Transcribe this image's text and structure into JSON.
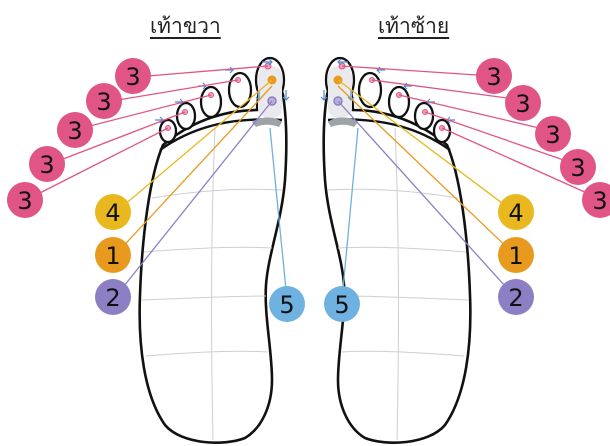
{
  "titles": {
    "right_foot": "เท้าขวา",
    "left_foot": "เท้าซ้าย"
  },
  "markers": {
    "m1": {
      "number": "1",
      "color": "#e89a1e"
    },
    "m2": {
      "number": "2",
      "color": "#8d7fc4"
    },
    "m3": {
      "number": "3",
      "color": "#e05586"
    },
    "m4": {
      "number": "4",
      "color": "#e8b81e"
    },
    "m5": {
      "number": "5",
      "color": "#6fb1e0"
    }
  }
}
